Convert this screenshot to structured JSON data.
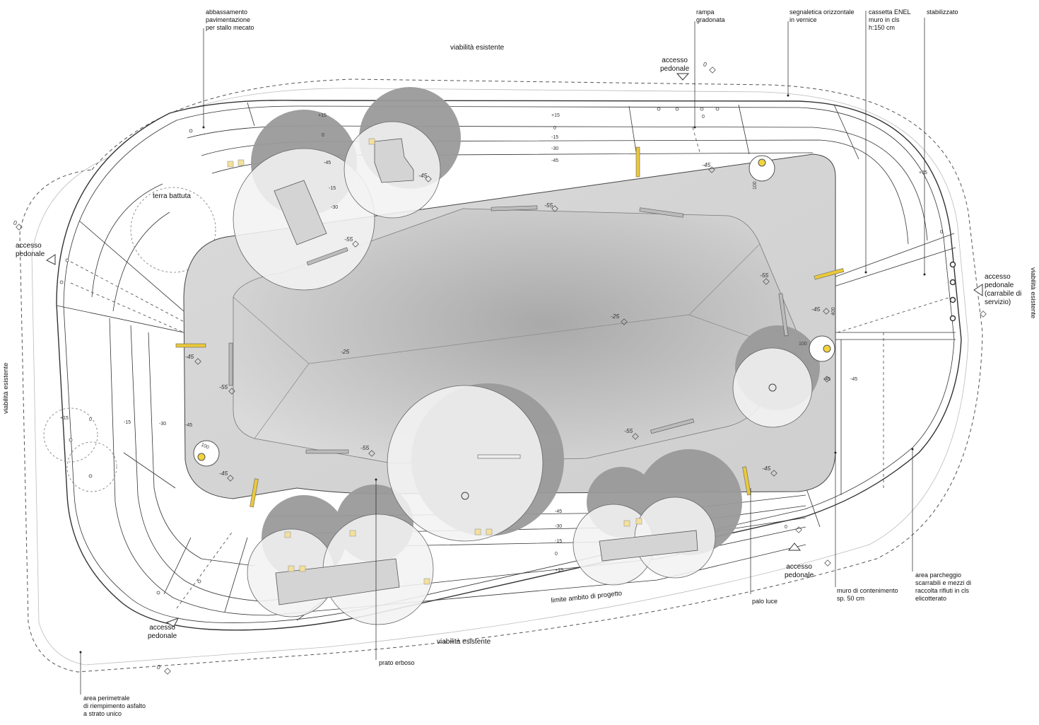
{
  "roads": {
    "north": "viabilità esistente",
    "south": "viabilità esistente",
    "west": "viabilità esistente",
    "east": "viabilità esistente"
  },
  "callouts": {
    "pavimentazione": "abbassamento\npavimentazione\nper stallo mecato",
    "rampa": "rampa\ngradonata",
    "segnaletica": "segnaletica orizzontale\nin vernice",
    "cassetta": "cassetta ENEL\nmuro in cls\nh:150 cm",
    "stabilizzato": "stabilizzato",
    "prato": "prato erboso",
    "area_perimetrale": "area perimetrale\ndi riempimento asfalto\na strato unico",
    "palo": "palo luce",
    "muro": "muro di contenimento\nsp. 50 cm",
    "parcheggio": "area parcheggio\nscarrabili e mezzi di\nraccolta rifiuti in cls\nelicotterato",
    "terra": "terra battuta",
    "limite": "limite ambito di progetto"
  },
  "accessi": {
    "north": "accesso\npedonale",
    "west": "accesso\npedonale",
    "south_right": "accesso\npedonale",
    "south_left": "accesso\npedonale",
    "east": "accesso\npedonale\n(carrabile di\nservizio)"
  },
  "elevations": {
    "ring_top": [
      "+15",
      "0",
      "-15",
      "-30",
      "-45"
    ],
    "ring_left": [
      "+15",
      "0",
      "-15",
      "-30",
      "-45"
    ],
    "ring_bottom": [
      "-45",
      "-30",
      "-15",
      "0",
      "+15"
    ],
    "inner": [
      "-55",
      "-55",
      "-55",
      "-55",
      "-55",
      "-55",
      "-25",
      "-25",
      "-45",
      "-45",
      "-45",
      "-45",
      "-45",
      "-45",
      "-45"
    ],
    "ground": [
      "0",
      "0",
      "0",
      "0",
      "+15",
      "0",
      "-45",
      "-15",
      "-30",
      "-45",
      "0",
      "+15",
      "0"
    ],
    "dims": [
      "100",
      "100",
      "100",
      "400"
    ]
  },
  "colors": {
    "line": "#444444",
    "tree_shadow": "#9a9a9a",
    "canopy_fill": "#f0f0f0",
    "lawn": "#cfcfcf",
    "lawn_dark": "#a8a8a8",
    "bench_yellow": "#e9c83a",
    "lamp_yellow": "#f2d53b",
    "planter": "#f4e09a"
  }
}
